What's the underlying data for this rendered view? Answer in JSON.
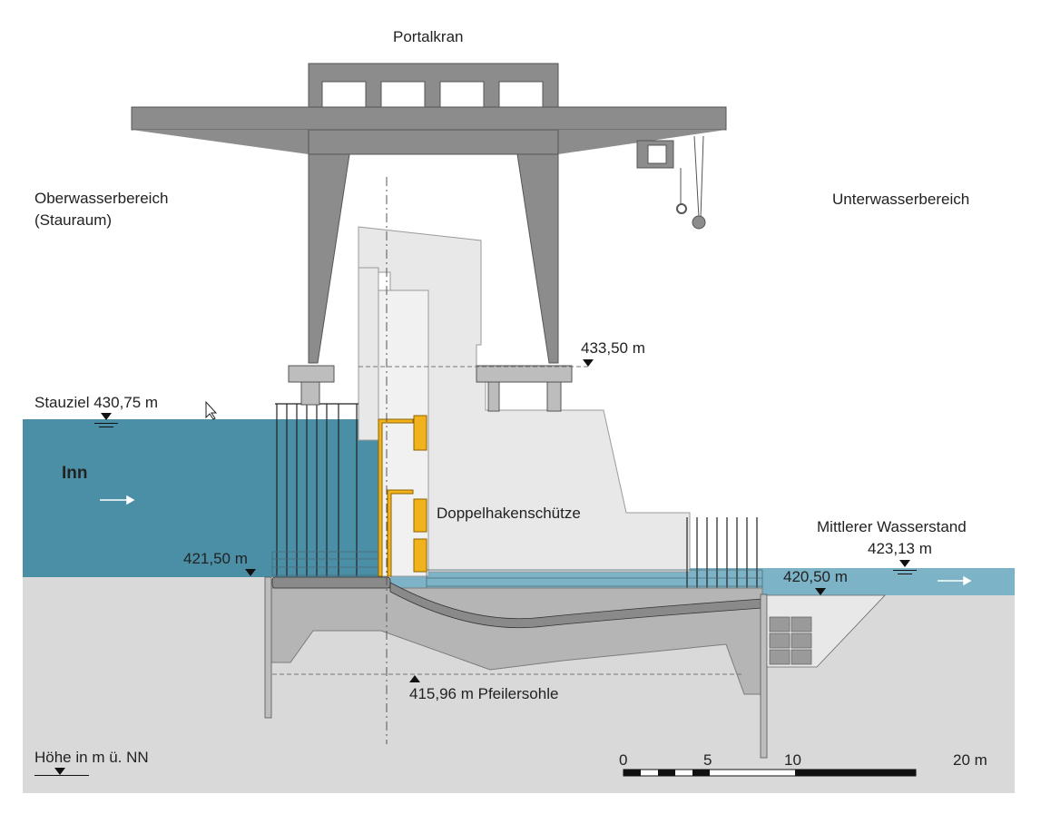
{
  "labels": {
    "portalkran": "Portalkran",
    "oberwasser": "Oberwasserbereich",
    "stauraum": "(Stauraum)",
    "unterwasser": "Unterwasserbereich",
    "elev_433": "433,50 m",
    "stauziel": "Stauziel 430,75 m",
    "inn": "Inn",
    "schuetze": "Doppelhakenschütze",
    "mittlerer": "Mittlerer Wasserstand",
    "elev_423": "423,13 m",
    "elev_421": "421,50 m",
    "elev_420": "420,50 m",
    "pfeilersohle": "415,96 m Pfeilersohle",
    "hoehe": "Höhe in m ü. NN"
  },
  "scale": {
    "ticks": [
      "0",
      "5",
      "10",
      "20 m"
    ]
  },
  "colors": {
    "water": "#4b8fa6",
    "water_downstream": "#7cb3c6",
    "ground": "#d9d9d9",
    "crane": "#8c8c8c",
    "pier": "#e8e8e8",
    "foundation": "#b5b5b5",
    "gate": "#f2b21c"
  }
}
